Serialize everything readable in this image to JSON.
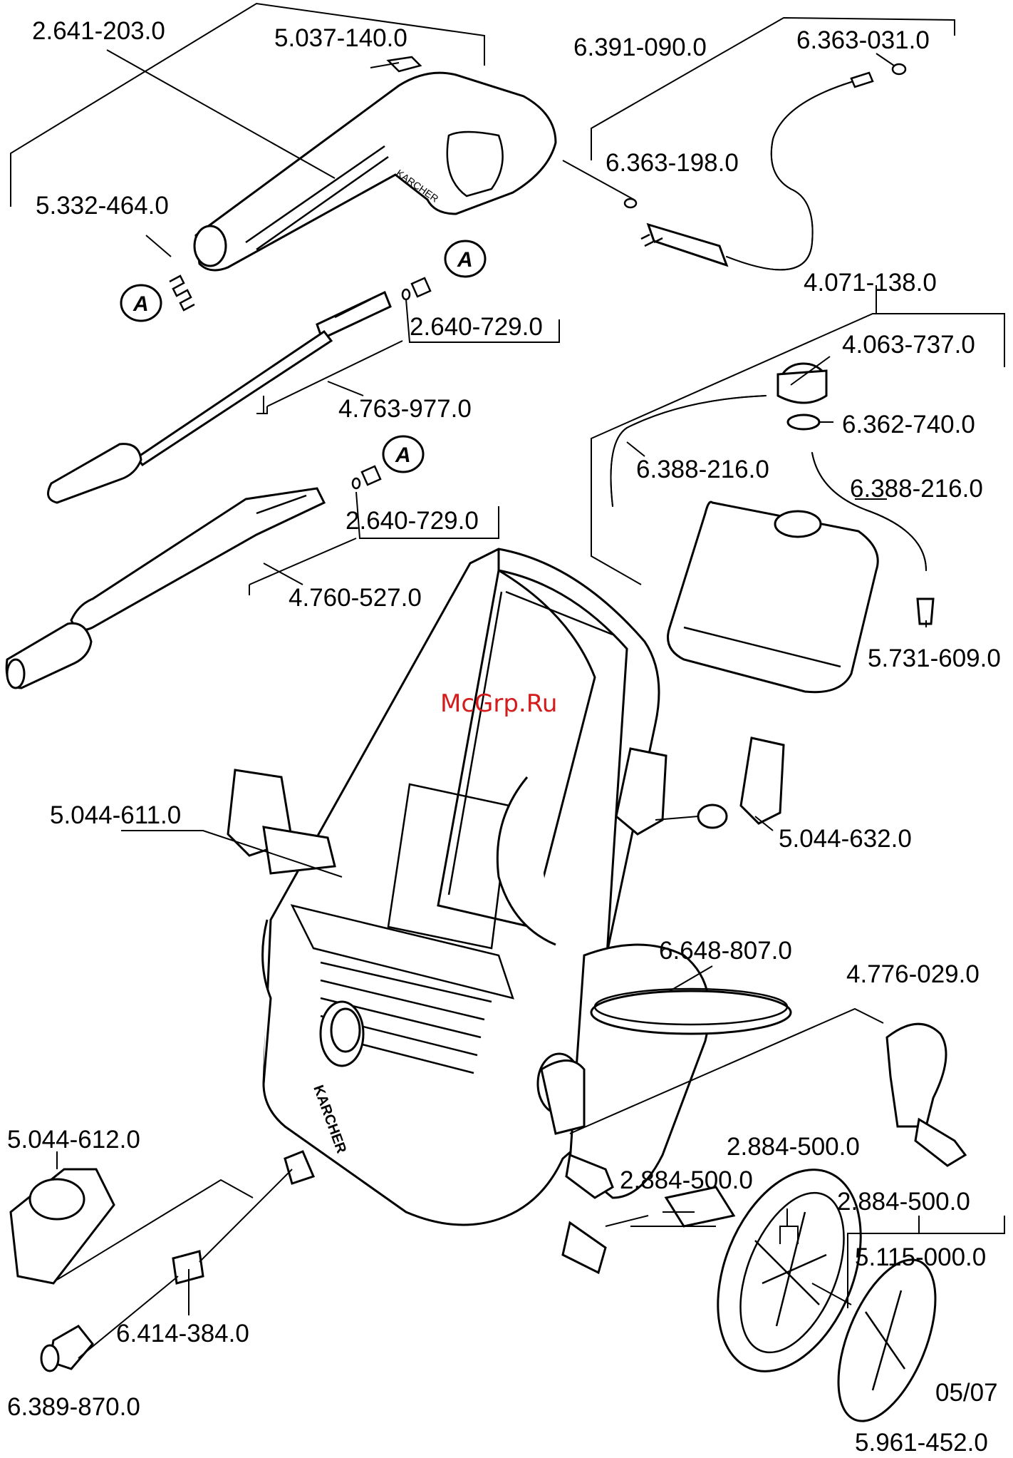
{
  "watermark": "McGrp.Ru",
  "brand_mark": "KARCHER",
  "callout_letter": "A",
  "labels": {
    "p2641_203": "2.641-203.0",
    "p5037_140": "5.037-140.0",
    "p5332_464": "5.332-464.0",
    "p2640_729a": "2.640-729.0",
    "p4763_977": "4.763-977.0",
    "p2640_729b": "2.640-729.0",
    "p4760_527": "4.760-527.0",
    "p6391_090": "6.391-090.0",
    "p6363_031": "6.363-031.0",
    "p6363_198": "6.363-198.0",
    "p4071_138": "4.071-138.0",
    "p4063_737": "4.063-737.0",
    "p6362_740": "6.362-740.0",
    "p6388_216a": "6.388-216.0",
    "p6388_216b": "6.388-216.0",
    "p5731_609": "5.731-609.0",
    "p5044_611": "5.044-611.0",
    "p5044_632": "5.044-632.0",
    "p6648_807": "6.648-807.0",
    "p4776_029": "4.776-029.0",
    "p5044_612": "5.044-612.0",
    "p2884_500a": "2.884-500.0",
    "p2884_500b": "2.884-500.0",
    "p2884_500c": "2.884-500.0",
    "p5115_000": "5.115-000.0",
    "p6414_384": "6.414-384.0",
    "p6389_870": "6.389-870.0",
    "date": "05/07",
    "doc_number": "5.961-452.0"
  }
}
